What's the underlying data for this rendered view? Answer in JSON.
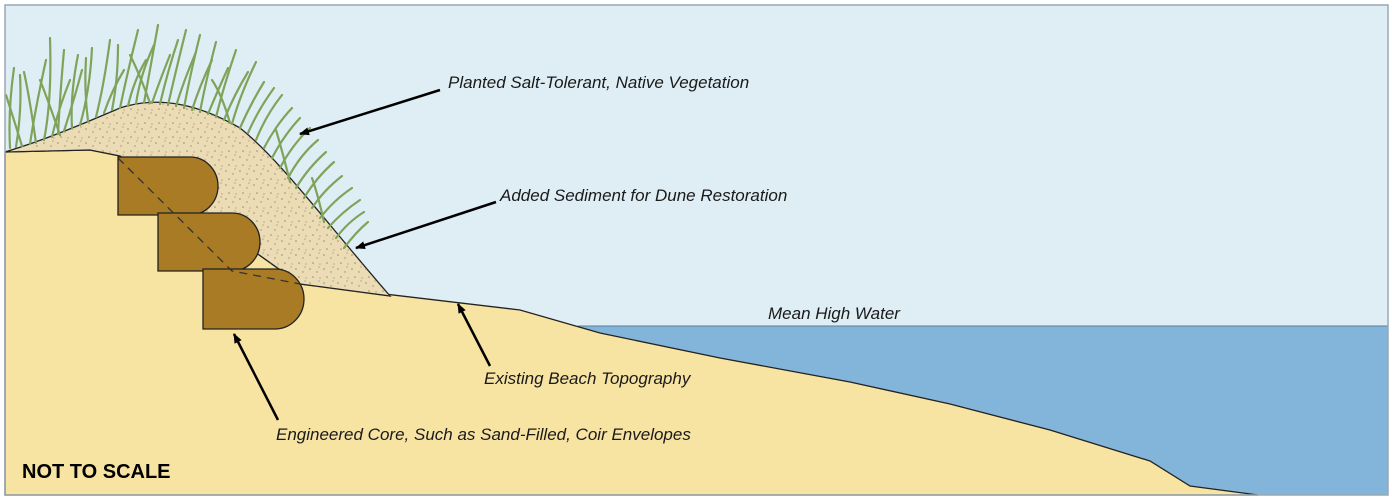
{
  "labels": {
    "vegetation": "Planted Salt-Tolerant, Native Vegetation",
    "sediment": "Added Sediment for Dune Restoration",
    "mean_high_water": "Mean High Water",
    "beach_topography": "Existing Beach Topography",
    "engineered_core": "Engineered Core, Such as Sand-Filled, Coir Envelopes",
    "scale_note": "NOT TO SCALE"
  },
  "colors": {
    "sky": "#dfeef5",
    "water": "#83b5da",
    "beach": "#f7e3a2",
    "dune_sediment": "#ecdcb6",
    "coir_envelope": "#a97b25",
    "grass": "#7fa35a"
  }
}
